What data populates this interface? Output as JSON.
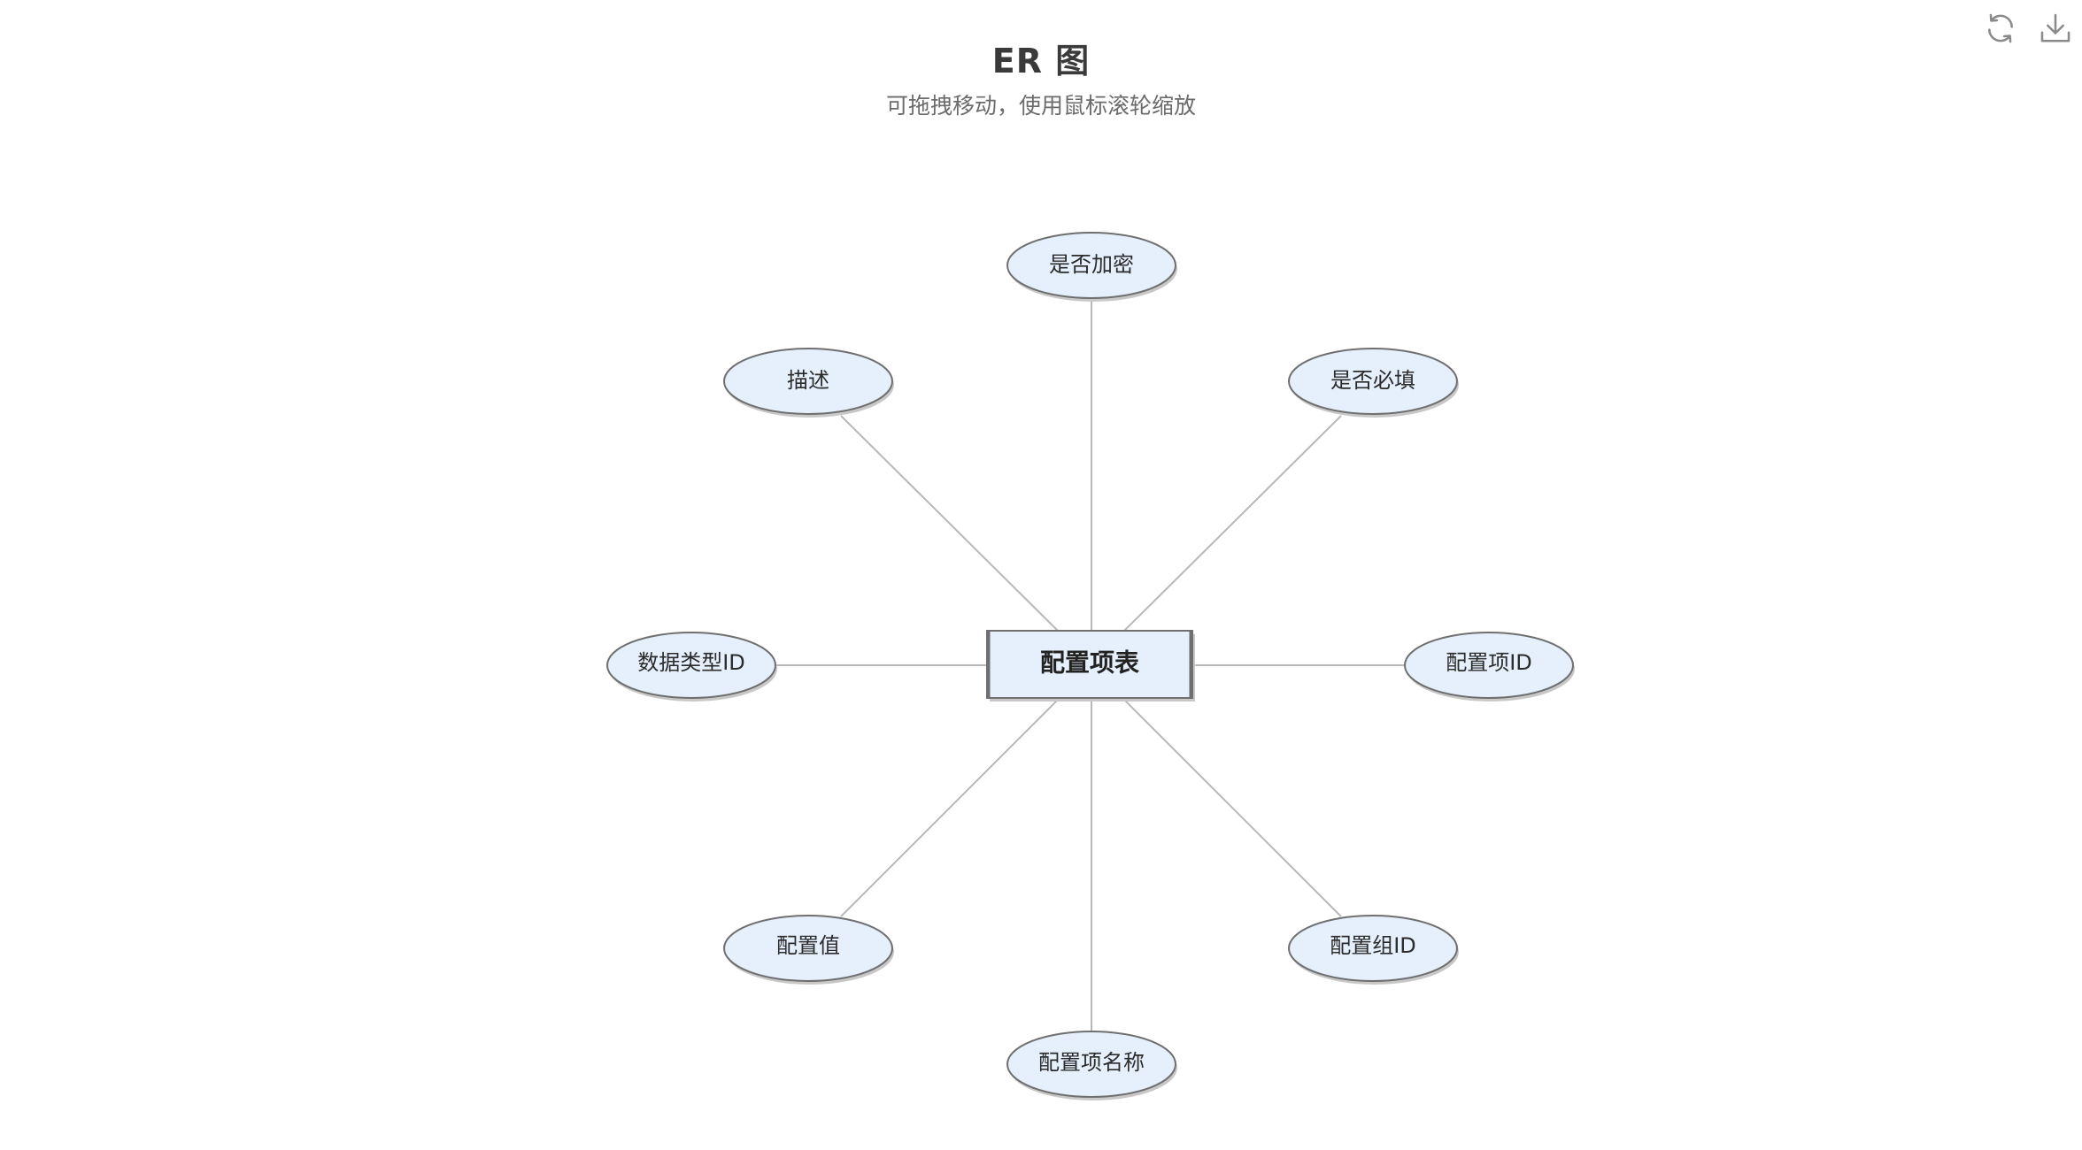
{
  "header": {
    "title": "ER 图",
    "subtitle": "可拖拽移动，使用鼠标滚轮缩放"
  },
  "toolbar": {
    "refresh_icon": "refresh-icon",
    "download_icon": "download-icon"
  },
  "colors": {
    "node_fill": "#e6f0fc",
    "node_stroke": "#6f6f6f",
    "edge": "#b8b8b8",
    "title": "#3a3a3a"
  },
  "diagram": {
    "entity": {
      "label": "配置项表"
    },
    "attributes": [
      {
        "id": "is-encrypted",
        "label": "是否加密"
      },
      {
        "id": "is-required",
        "label": "是否必填"
      },
      {
        "id": "config-item-id",
        "label": "配置项ID"
      },
      {
        "id": "config-group-id",
        "label": "配置组ID"
      },
      {
        "id": "config-item-name",
        "label": "配置项名称"
      },
      {
        "id": "config-value",
        "label": "配置值"
      },
      {
        "id": "data-type-id",
        "label": "数据类型ID"
      },
      {
        "id": "description",
        "label": "描述"
      }
    ]
  }
}
